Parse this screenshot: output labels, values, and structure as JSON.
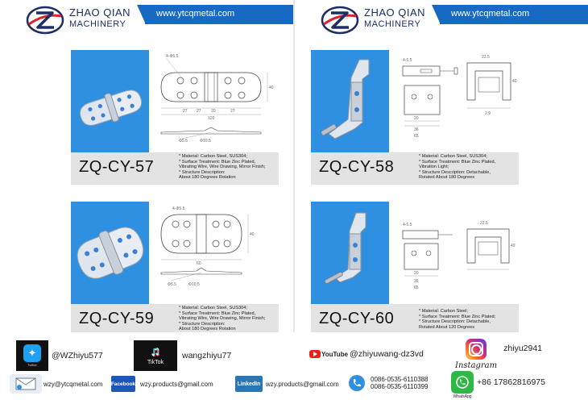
{
  "brand": {
    "name_line1": "ZHAO QIAN",
    "name_line2": "MACHINERY",
    "website": "www.ytcqmetal.com",
    "colors": {
      "navy": "#1b2f66",
      "blue": "#1769c4",
      "red": "#d9232a",
      "photo_bg": "#2f8fe0",
      "panel": "#e3e3e3"
    }
  },
  "products": [
    {
      "model": "ZQ-CY-57",
      "specs": [
        "* Material: Carbon Steel, SUS304;",
        "* Surface Treatment: Blue Zinc Plated,",
        "  Vibrating Wire, Wire Drawing, Mirror Finish;",
        "* Structure Description:",
        "  About 180 Degrees Rotation"
      ],
      "dims": [
        "4-Φ5.5",
        "27",
        "27",
        "20",
        "27",
        "120",
        "40",
        "Φ5.5",
        "Φ10.5"
      ]
    },
    {
      "model": "ZQ-CY-58",
      "specs": [
        "* Material: Carbon Steel, SUS304;",
        "* Surface Treatment: Blue Zinc Plated,",
        "  Vibration Light;",
        "* Structure Description: Detachable,",
        "  Rotated About 180 Degrees"
      ],
      "dims": [
        "4-5.5",
        "22.5",
        "20",
        "36",
        "65",
        "2.9",
        "40"
      ]
    },
    {
      "model": "ZQ-CY-59",
      "specs": [
        "* Material: Carbon Steel, SUS304;",
        "* Surface Treatment: Blue Zinc Plated,",
        "  Vibrating Wire, Wire Drawing, Mirror Finish;",
        "* Structure Description:",
        "  About 180 Degrees Rotation"
      ],
      "dims": [
        "4-Φ5.5",
        "60",
        "40",
        "Φ5.5",
        "Φ10.5"
      ]
    },
    {
      "model": "ZQ-CY-60",
      "specs": [
        "* Material: Carbon Steel;",
        "* Surface Treatment: Blue Zinc Plated;",
        "* Structure Description: Detachable,",
        "  Rotated About 120 Degrees"
      ],
      "dims": [
        "4-5.5",
        "22.5",
        "20",
        "36",
        "65",
        "40"
      ]
    }
  ],
  "social": {
    "twitter": {
      "handle": "@WZhiyu577",
      "badge": "Twitter"
    },
    "tiktok": {
      "handle": "wangzhiyu77",
      "badge": "TikTok"
    },
    "youtube": {
      "handle": "@zhiyuwang-dz3vd",
      "badge": "YouTube"
    },
    "instagram": {
      "handle": "zhiyu2941",
      "badge": "Instagram"
    },
    "email": {
      "value": "wzy@ytcqmetal.com"
    },
    "facebook": {
      "value": "wzy.products@gmail.com",
      "badge": "Facebook"
    },
    "linkedin": {
      "value": "wzy.products@gmail.com",
      "badge": "LinkedIn"
    },
    "phone": {
      "line1": "0086-0535-6110388",
      "line2": "0086-0535-6110399"
    },
    "whatsapp": {
      "value": "+86 17862816975",
      "badge": "WhatsApp"
    }
  }
}
